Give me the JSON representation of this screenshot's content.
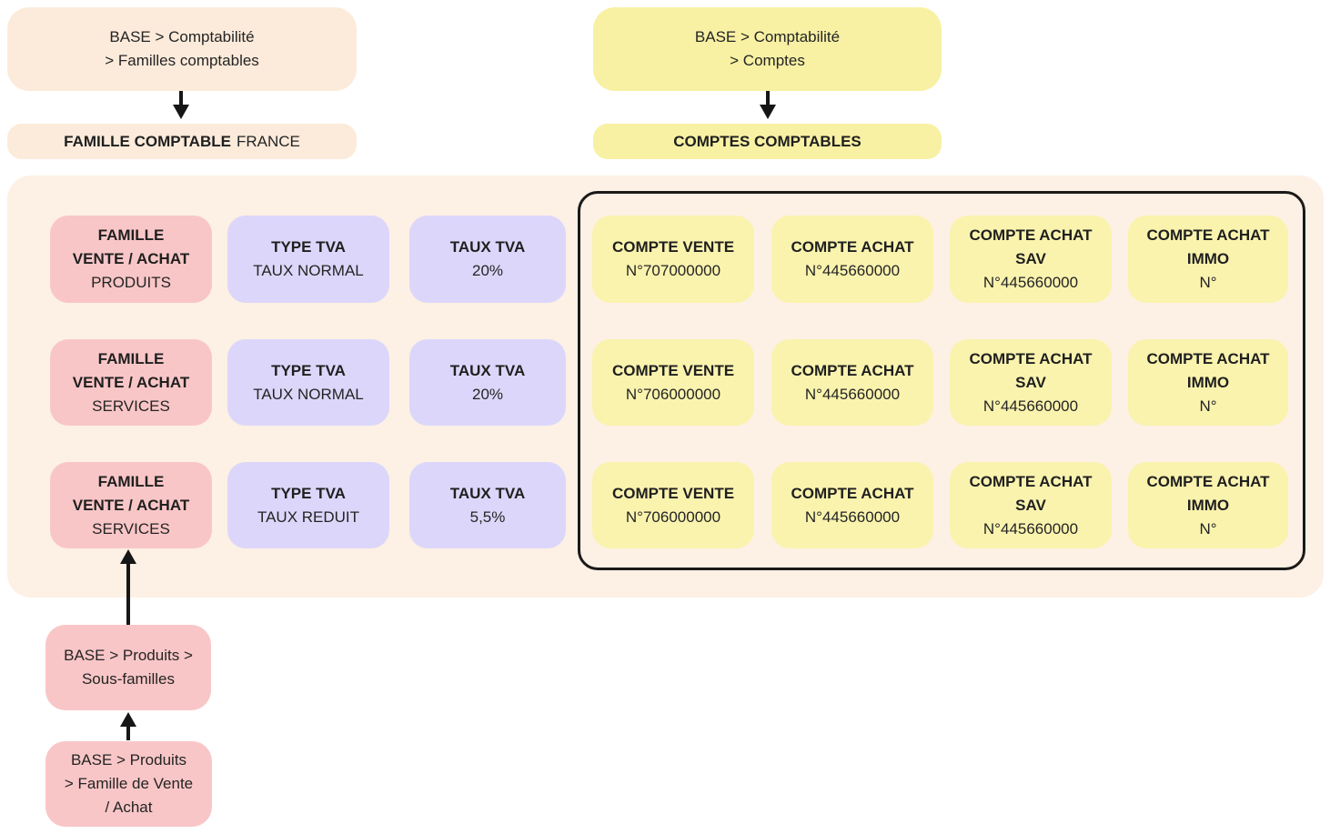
{
  "colors": {
    "peach_box": "#FCEBDB",
    "panel_background": "#FDF0E4",
    "yellow_box_top": "#F8F1A4",
    "yellow_box": "#FAF3AE",
    "pink_box": "#F9C6C7",
    "lavender_box": "#DCD7FA",
    "group_outline": "#1A1A1A",
    "text": "#242424"
  },
  "flows": {
    "familles": {
      "breadcrumb": [
        "BASE > Comptabilité",
        "> Familles comptables"
      ],
      "title_bold": "FAMILLE COMPTABLE",
      "title_regular": "FRANCE"
    },
    "comptes": {
      "breadcrumb": [
        "BASE > Comptabilité",
        "> Comptes"
      ],
      "title_bold": "COMPTES COMPTABLES"
    },
    "produits": {
      "box1": [
        "BASE > Produits >",
        "Sous-familles"
      ],
      "box2": [
        "BASE > Produits",
        "> Famille de Vente",
        "/ Achat"
      ]
    }
  },
  "matrix": {
    "rows": [
      {
        "famille": {
          "l1": "FAMILLE",
          "l2": "VENTE / ACHAT",
          "l3": "PRODUITS"
        },
        "type_tva": {
          "l1": "TYPE TVA",
          "l2": "TAUX NORMAL"
        },
        "taux_tva": {
          "l1": "TAUX TVA",
          "l2": "20%"
        },
        "comptes": [
          {
            "t1": "COMPTE VENTE",
            "t2": "",
            "num": "N°707000000"
          },
          {
            "t1": "COMPTE ACHAT",
            "t2": "",
            "num": "N°445660000"
          },
          {
            "t1": "COMPTE ACHAT",
            "t2": "SAV",
            "num": "N°445660000"
          },
          {
            "t1": "COMPTE ACHAT",
            "t2": "IMMO",
            "num": "N°"
          }
        ]
      },
      {
        "famille": {
          "l1": "FAMILLE",
          "l2": "VENTE / ACHAT",
          "l3": "SERVICES"
        },
        "type_tva": {
          "l1": "TYPE TVA",
          "l2": "TAUX NORMAL"
        },
        "taux_tva": {
          "l1": "TAUX TVA",
          "l2": "20%"
        },
        "comptes": [
          {
            "t1": "COMPTE VENTE",
            "t2": "",
            "num": "N°706000000"
          },
          {
            "t1": "COMPTE ACHAT",
            "t2": "",
            "num": "N°445660000"
          },
          {
            "t1": "COMPTE ACHAT",
            "t2": "SAV",
            "num": "N°445660000"
          },
          {
            "t1": "COMPTE ACHAT",
            "t2": "IMMO",
            "num": "N°"
          }
        ]
      },
      {
        "famille": {
          "l1": "FAMILLE",
          "l2": "VENTE / ACHAT",
          "l3": "SERVICES"
        },
        "type_tva": {
          "l1": "TYPE TVA",
          "l2": "TAUX REDUIT"
        },
        "taux_tva": {
          "l1": "TAUX TVA",
          "l2": "5,5%"
        },
        "comptes": [
          {
            "t1": "COMPTE VENTE",
            "t2": "",
            "num": "N°706000000"
          },
          {
            "t1": "COMPTE ACHAT",
            "t2": "",
            "num": "N°445660000"
          },
          {
            "t1": "COMPTE ACHAT",
            "t2": "SAV",
            "num": "N°445660000"
          },
          {
            "t1": "COMPTE ACHAT",
            "t2": "IMMO",
            "num": "N°"
          }
        ]
      }
    ]
  }
}
